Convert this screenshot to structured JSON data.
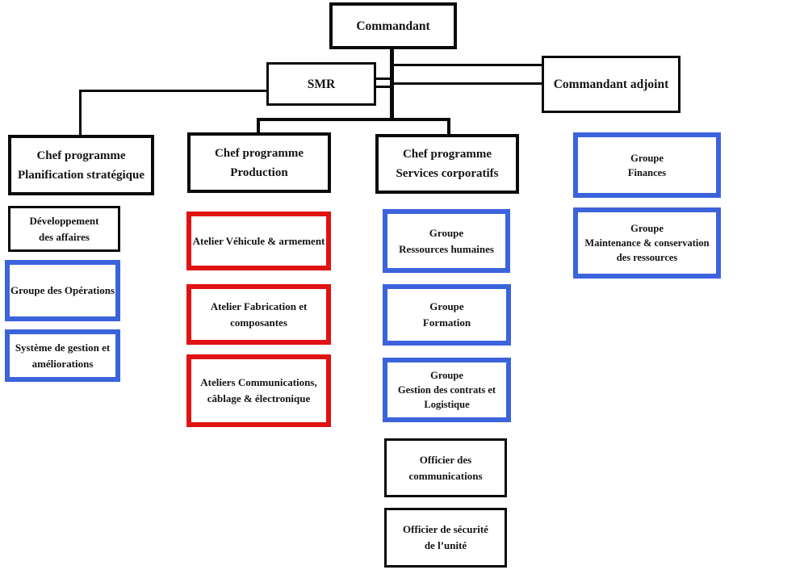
{
  "diagram": {
    "type": "org-chart",
    "language": "fr"
  },
  "colors": {
    "black_border": "#0a0a0a",
    "blue_border": "#3b63dc",
    "red_border": "#e01212",
    "background": "#ffffff",
    "text": "#141414"
  },
  "nodes": {
    "commandant": {
      "lines": [
        "Commandant"
      ]
    },
    "smr": {
      "lines": [
        "SMR"
      ]
    },
    "commandant_adjoint": {
      "lines": [
        "Commandant adjoint"
      ]
    },
    "chef_planification": {
      "lines": [
        "Chef programme",
        "Planification stratégique"
      ]
    },
    "chef_production": {
      "lines": [
        "Chef programme",
        "Production"
      ]
    },
    "chef_services": {
      "lines": [
        "Chef programme",
        "Services corporatifs"
      ]
    },
    "dev_affaires": {
      "lines": [
        "Développement",
        "des affaires"
      ]
    },
    "groupe_operations": {
      "lines": [
        "Groupe des Opérations"
      ]
    },
    "systeme_gestion": {
      "lines": [
        "Système de gestion et",
        "améliorations"
      ]
    },
    "atelier_vehicule": {
      "lines": [
        "Atelier Véhicule & armement"
      ]
    },
    "atelier_fabrication": {
      "lines": [
        "Atelier Fabrication et",
        "composantes"
      ]
    },
    "ateliers_comm": {
      "lines": [
        "Ateliers Communications,",
        "câblage & électronique"
      ]
    },
    "groupe_rh": {
      "lines": [
        "Groupe",
        "Ressources humaines"
      ]
    },
    "groupe_formation": {
      "lines": [
        "Groupe",
        "Formation"
      ]
    },
    "groupe_contrats": {
      "lines": [
        "Groupe",
        "Gestion des contrats et",
        "Logistique"
      ]
    },
    "officier_comm": {
      "lines": [
        "Officier des",
        "communications"
      ]
    },
    "officier_securite": {
      "lines": [
        "Officier de sécurité",
        "de l’unité"
      ]
    },
    "groupe_finances": {
      "lines": [
        "Groupe",
        "Finances"
      ]
    },
    "groupe_maintenance": {
      "lines": [
        "Groupe",
        "Maintenance & conservation",
        "des ressources"
      ]
    }
  }
}
